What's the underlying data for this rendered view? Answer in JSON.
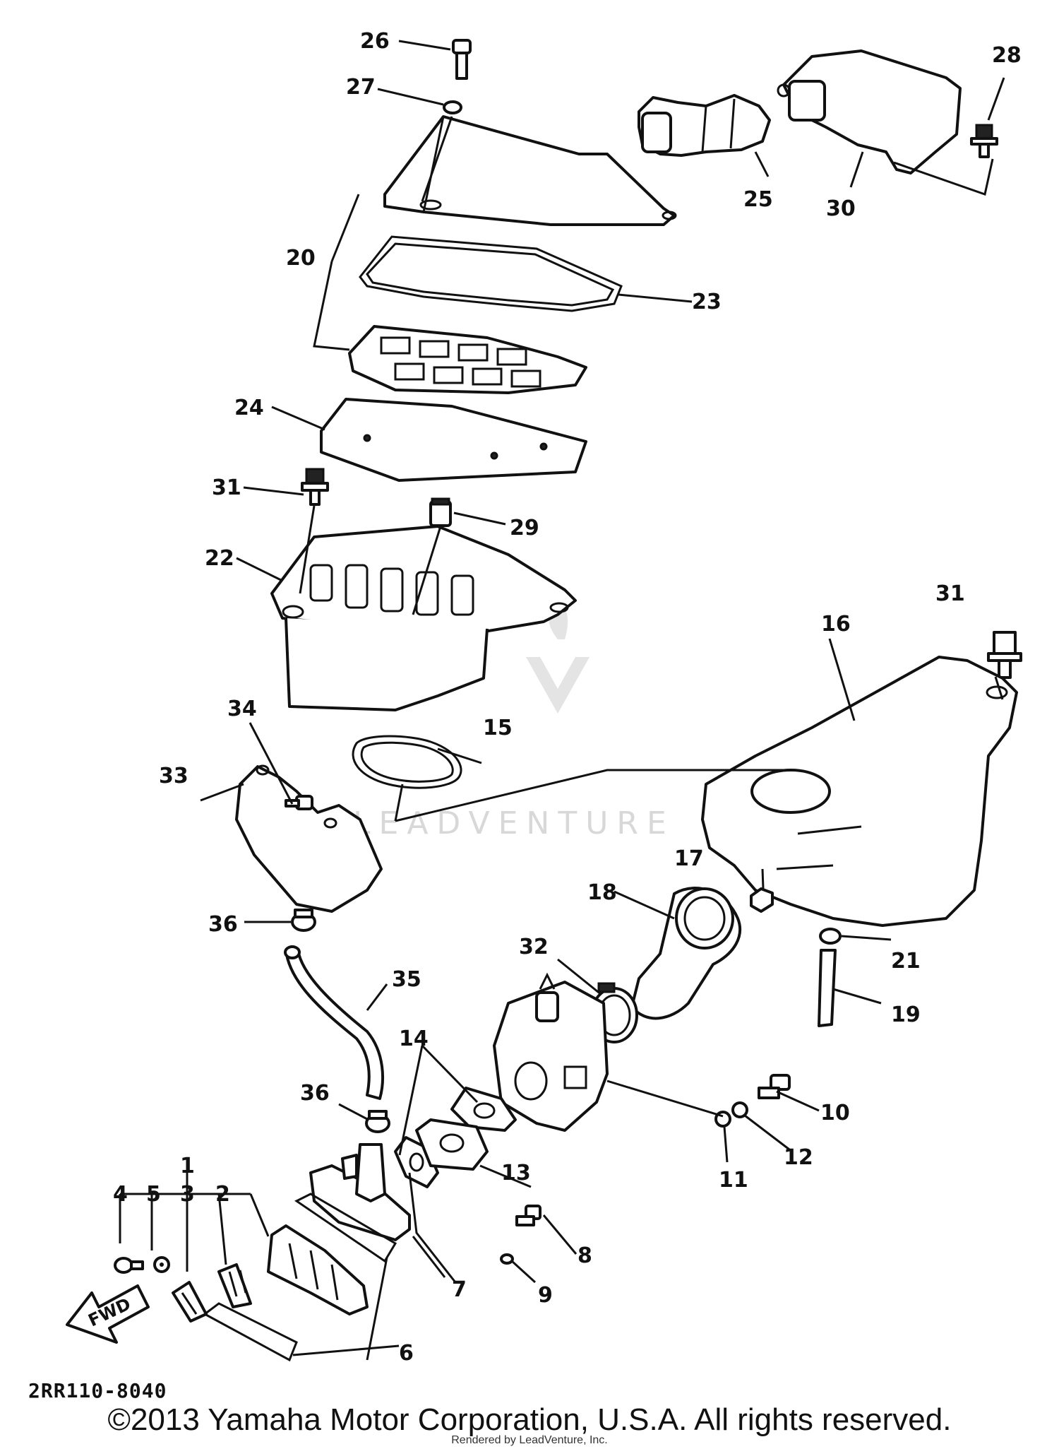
{
  "diagram": {
    "labels": [
      "1",
      "2",
      "3",
      "4",
      "5",
      "6",
      "7",
      "8",
      "9",
      "10",
      "11",
      "12",
      "13",
      "14",
      "15",
      "16",
      "17",
      "18",
      "19",
      "20",
      "21",
      "22",
      "23",
      "24",
      "25",
      "26",
      "27",
      "28",
      "29",
      "30",
      "31",
      "31",
      "32",
      "33",
      "34",
      "35",
      "36",
      "36"
    ],
    "diagram_code": "2RR110-8040",
    "fwd_label": "FWD",
    "watermark": "LEADVENTURE"
  },
  "footer": {
    "copyright": "©2013 Yamaha Motor Corporation, U.S.A. All rights reserved.",
    "rendered_by": "Rendered by LeadVenture, Inc."
  }
}
